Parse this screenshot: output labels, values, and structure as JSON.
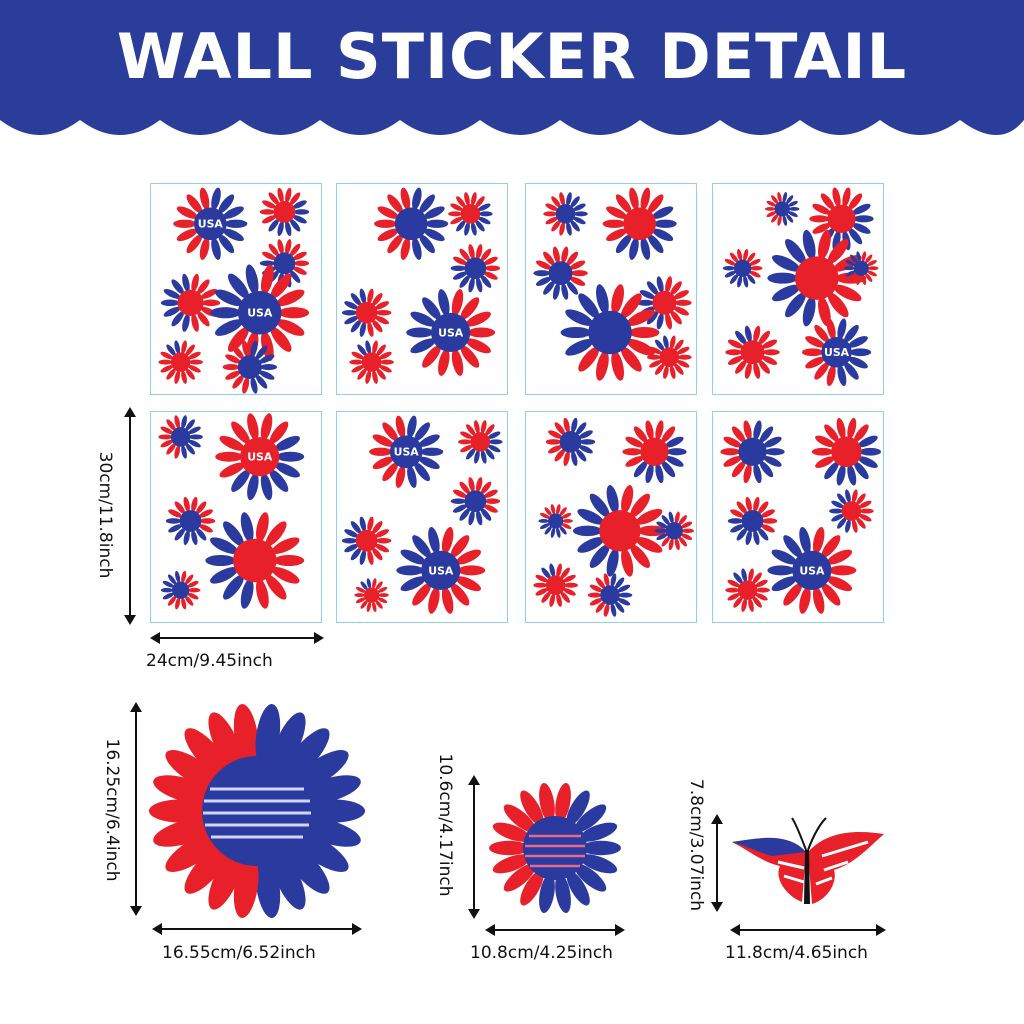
{
  "header": {
    "title": "WALL STICKER DETAIL"
  },
  "colors": {
    "banner": "#2a3d9b",
    "red": "#e8202a",
    "blue": "#2b3a9e",
    "sheet_border": "#8fd0ea"
  },
  "sheet_text": {
    "usa": "USA"
  },
  "dimensions": {
    "sheet_height": "30cm/11.8inch",
    "sheet_width": "24cm/9.45inch",
    "large_flower_height": "16.25cm/6.4inch",
    "large_flower_width": "16.55cm/6.52inch",
    "medium_flower_height": "10.6cm/4.17inch",
    "medium_flower_width": "10.8cm/4.25inch",
    "butterfly_height": "7.8cm/3.07inch",
    "butterfly_width": "11.8cm/4.65inch"
  }
}
